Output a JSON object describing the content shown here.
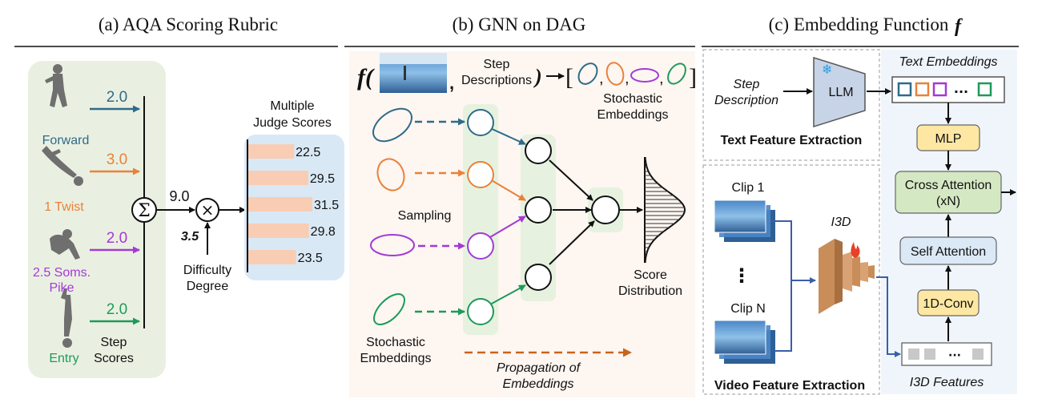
{
  "panel_a": {
    "title": "(a) AQA Scoring Rubric",
    "steps": [
      {
        "name": "Forward",
        "score": "2.0",
        "color": "#2e6b8a"
      },
      {
        "name": "1 Twist",
        "score": "3.0",
        "color": "#e8823a"
      },
      {
        "name": "2.5 Soms.",
        "name2": "Pike",
        "score": "2.0",
        "color": "#a23ad6"
      },
      {
        "name": "Entry",
        "score": "2.0",
        "color": "#1e9a5a"
      }
    ],
    "sum_symbol": "Σ",
    "times_symbol": "×",
    "sum_value": "9.0",
    "difficulty_value": "3.5",
    "difficulty_label": [
      "Difficulty",
      "Degree"
    ],
    "step_scores_label": [
      "Step",
      "Scores"
    ],
    "judge_label": [
      "Multiple",
      "Judge Scores"
    ],
    "judge_scores": [
      "22.5",
      "29.5",
      "31.5",
      "29.8",
      "23.5"
    ],
    "judge_values": [
      22.5,
      29.5,
      31.5,
      29.8,
      23.5
    ]
  },
  "panel_b": {
    "title": "(b) GNN on DAG",
    "f_symbol": "f(",
    "step_desc": [
      "Step",
      "Descriptions"
    ],
    "close_paren": ")",
    "stoch_top": [
      "Stochastic",
      "Embeddings"
    ],
    "sampling": "Sampling",
    "stoch_bottom": [
      "Stochastic",
      "Embeddings"
    ],
    "score_dist": [
      "Score",
      "Distribution"
    ],
    "propagation": [
      "Propagation of",
      "Embeddings"
    ]
  },
  "panel_c": {
    "title": "(c) Embedding Function",
    "title_f": "f",
    "step_description": [
      "Step",
      "Description"
    ],
    "llm": "LLM",
    "text_embeddings": "Text Embeddings",
    "ellipsis": "···",
    "text_feature": "Text Feature Extraction",
    "mlp": "MLP",
    "cross_attention": [
      "Cross Attention",
      "(xN)"
    ],
    "self_attention": "Self Attention",
    "conv": "1D-Conv",
    "clip1": "Clip 1",
    "clipn": "Clip N",
    "vdots": "⋮",
    "i3d": "I3D",
    "i3d_features": "I3D Features",
    "video_feature": "Video Feature Extraction",
    "snowflake": "❄"
  },
  "colors": {
    "blue": "#2e6b8a",
    "orange": "#e8823a",
    "purple": "#a23ad6",
    "green": "#1e9a5a",
    "bar": "#f8cdb3",
    "judge_bg": "#d9e8f5",
    "rubric_bg": "#eaf0e1",
    "node_bg": "#e6f2df",
    "box_yellow": "#fde7a3",
    "box_green": "#d5e8c4",
    "box_blue": "#dbe8f6"
  }
}
